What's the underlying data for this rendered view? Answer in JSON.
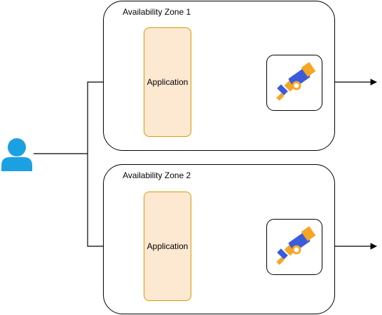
{
  "zones": [
    {
      "title": "Availability Zone 1",
      "app_label": "Application",
      "tool_icon": "telescope-icon"
    },
    {
      "title": "Availability Zone 2",
      "app_label": "Application",
      "tool_icon": "telescope-icon"
    }
  ],
  "user_icon": "user-icon",
  "colors": {
    "app_fill": "#fde8d2",
    "app_border": "#d79b00",
    "user": "#1ba1e2",
    "telescope_body": "#3b5bdb",
    "telescope_accent": "#f5a623"
  }
}
